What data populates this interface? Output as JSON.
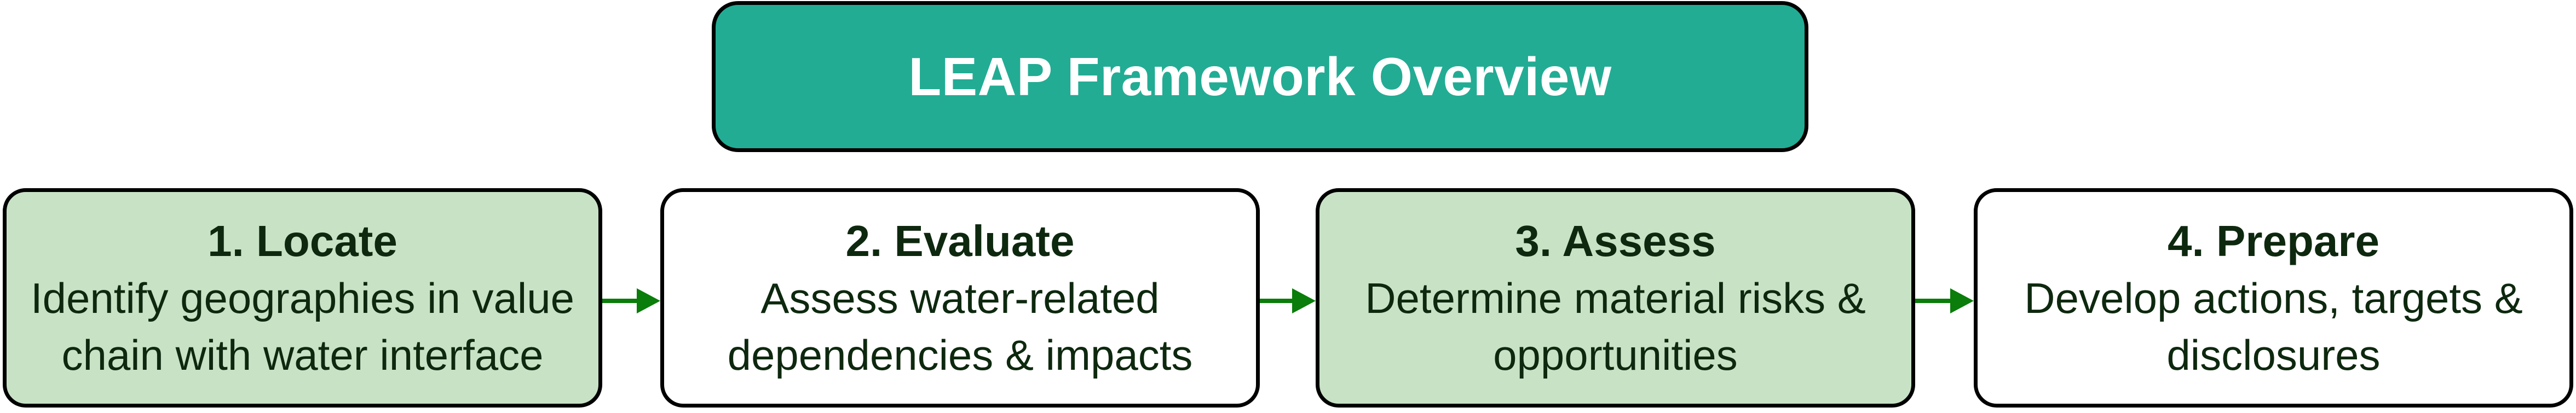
{
  "page": {
    "background_color": "#ffffff"
  },
  "title_banner": {
    "label": "LEAP Framework Overview",
    "fill_color": "#22AC94",
    "text_color": "#ffffff",
    "border_color": "#000000"
  },
  "flow": {
    "text_color": "#0D280E",
    "border_color": "#000000",
    "arrow_color": "#0A7D0A",
    "highlight_fill": "#C8E2C6",
    "plain_fill": "#FFFFFF",
    "steps": [
      {
        "title": "1. Locate",
        "description": "Identify geographies in value\nchain with water interface",
        "fill": "#C8E2C6",
        "highlighted": true
      },
      {
        "title": "2. Evaluate",
        "description": "Assess water-related\ndependencies & impacts",
        "fill": "#FFFFFF",
        "highlighted": false
      },
      {
        "title": "3. Assess",
        "description": "Determine material risks &\nopportunities",
        "fill": "#C8E2C6",
        "highlighted": true
      },
      {
        "title": "4. Prepare",
        "description": "Develop actions, targets &\ndisclosures",
        "fill": "#FFFFFF",
        "highlighted": false
      }
    ]
  }
}
